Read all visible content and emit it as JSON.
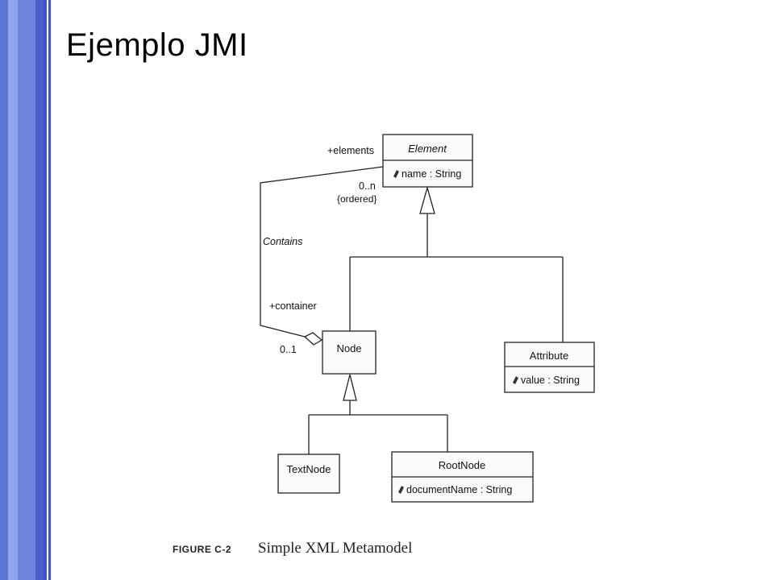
{
  "slide": {
    "title": "Ejemplo JMI"
  },
  "diagram": {
    "classes": {
      "element": {
        "name": "Element",
        "attribute": "name : String"
      },
      "node": {
        "name": "Node"
      },
      "attribute": {
        "name": "Attribute",
        "attribute": "value : String"
      },
      "textnode": {
        "name": "TextNode"
      },
      "rootnode": {
        "name": "RootNode",
        "attribute": "documentName : String"
      }
    },
    "association": {
      "name": "Contains",
      "role_elements": "+elements",
      "multiplicity_elements": "0..n",
      "constraint": "{ordered}",
      "role_container": "+container",
      "multiplicity_container": "0..1"
    }
  },
  "caption": {
    "figure": "FIGURE C-2",
    "title": "Simple XML Metamodel"
  }
}
